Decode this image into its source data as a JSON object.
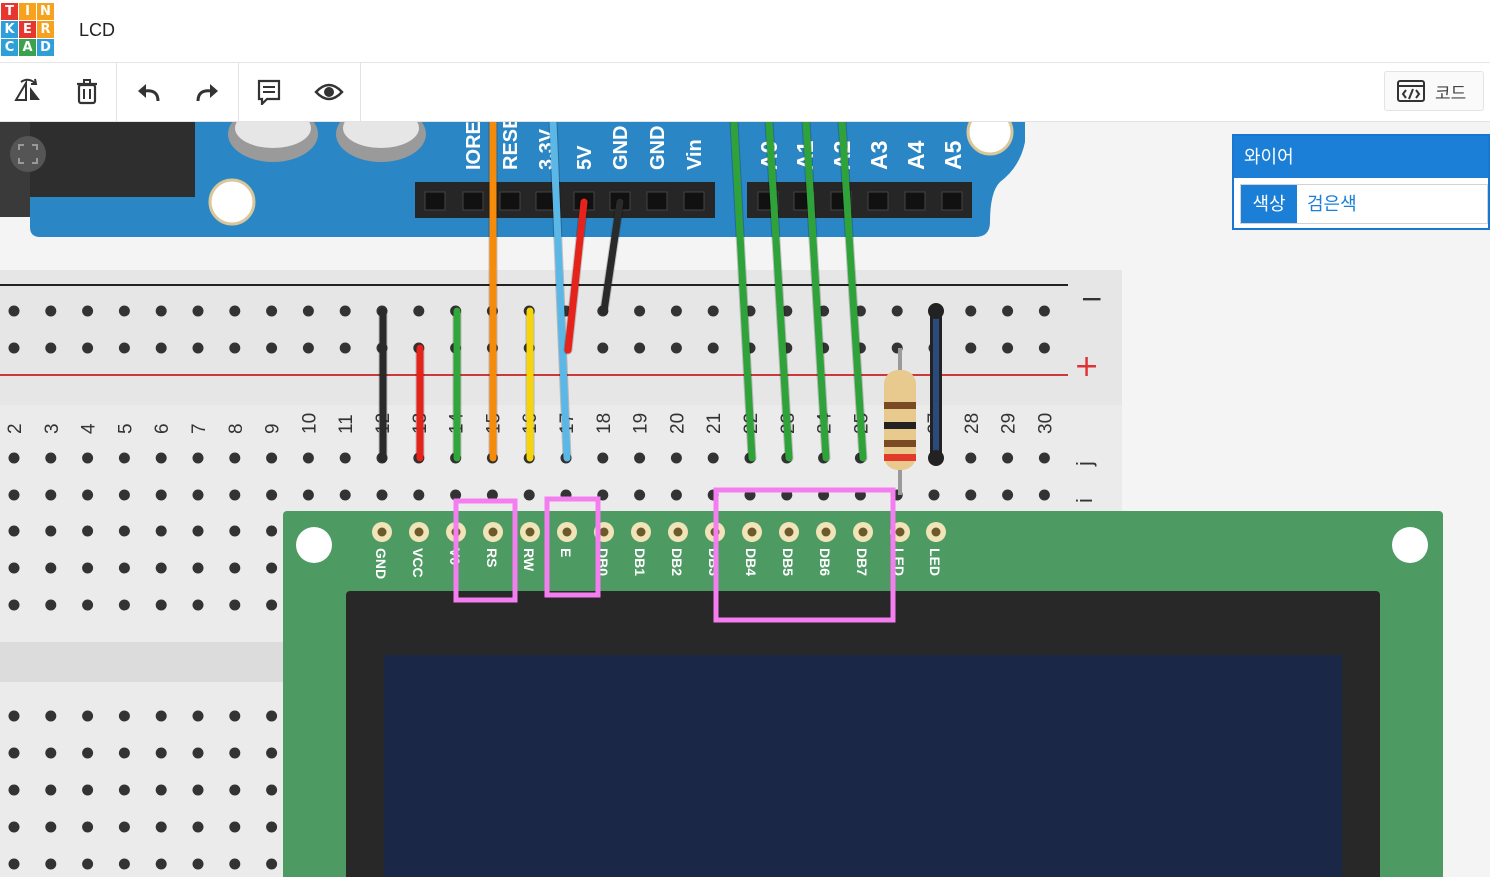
{
  "app": {
    "title": "LCD",
    "logo_letters": [
      "T",
      "I",
      "N",
      "K",
      "E",
      "R",
      "C",
      "A",
      "D"
    ],
    "logo_colors": [
      "#e6362f",
      "#f6a21f",
      "#f6a21f",
      "#2e9fd9",
      "#e6362f",
      "#f6a21f",
      "#2e9fd9",
      "#3aa14c",
      "#2e9fd9"
    ]
  },
  "toolbar": {
    "icons": [
      "rotate-icon",
      "trash-icon",
      "undo-icon",
      "redo-icon",
      "notes-icon",
      "visibility-icon"
    ],
    "code_label": "코드"
  },
  "arduino": {
    "power_pins": [
      "IORE",
      "RESE",
      "3.3V",
      "5V",
      "GND",
      "GND",
      "Vin"
    ],
    "analog_pins": [
      "A0",
      "A1",
      "A2",
      "A3",
      "A4",
      "A5"
    ]
  },
  "breadboard": {
    "column_numbers": [
      "2",
      "3",
      "4",
      "5",
      "6",
      "7",
      "8",
      "9",
      "10",
      "11",
      "12",
      "13",
      "14",
      "15",
      "16",
      "17",
      "18",
      "19",
      "20",
      "21",
      "22",
      "23",
      "24",
      "25",
      "26",
      "27",
      "28",
      "29",
      "30"
    ],
    "rail_minus": "−",
    "rail_plus": "+",
    "row_j": "j",
    "row_i": "i"
  },
  "lcd": {
    "pins": [
      "GND",
      "VCC",
      "V0",
      "RS",
      "RW",
      "E",
      "DB0",
      "DB1",
      "DB2",
      "DB3",
      "DB4",
      "DB5",
      "DB6",
      "DB7",
      "LED",
      "LED"
    ]
  },
  "wires": [
    {
      "name": "wire-gnd",
      "color": "#2a2a2a"
    },
    {
      "name": "wire-5v",
      "color": "#e6231b"
    },
    {
      "name": "wire-rs",
      "color": "#f58a0b"
    },
    {
      "name": "wire-e",
      "color": "#5bb8e6"
    },
    {
      "name": "wire-v0",
      "color": "#31a63b"
    },
    {
      "name": "wire-rw",
      "color": "#f5d40b"
    },
    {
      "name": "wire-db4",
      "color": "#2fa33a"
    },
    {
      "name": "wire-led",
      "color": "#2b4a7c"
    }
  ],
  "inspector": {
    "title": "와이어",
    "color_label": "색상",
    "color_value": "검은색"
  },
  "highlight_color": "#f47ef0"
}
